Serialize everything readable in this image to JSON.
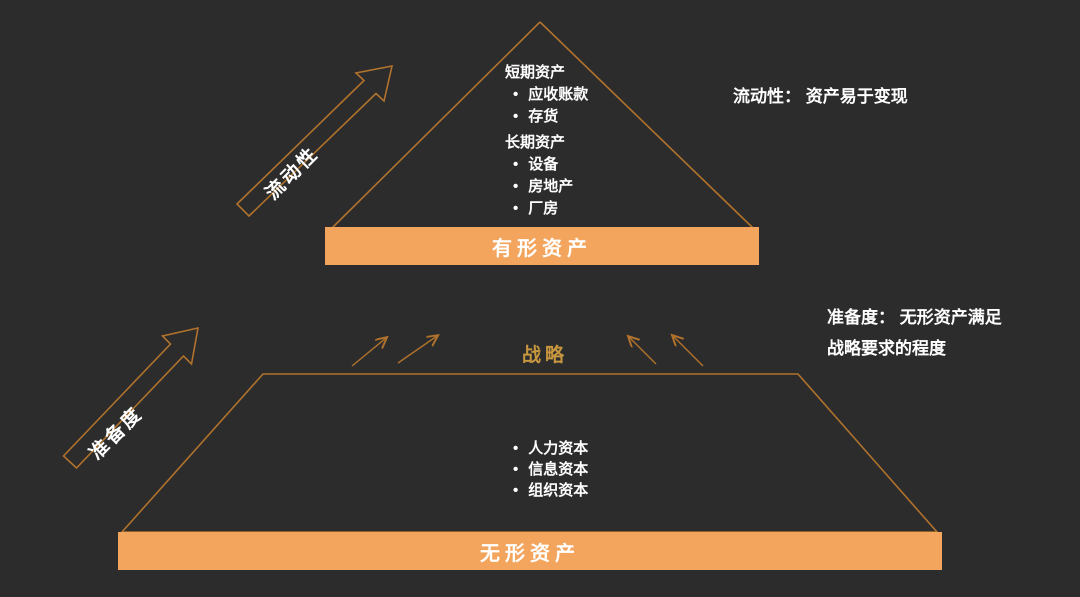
{
  "colors": {
    "background": "#2c2c2c",
    "bar_fill": "#f3a55e",
    "outline": "#b0722c",
    "strategy_gold": "#c6973f",
    "text": "#ffffff"
  },
  "tangible": {
    "arrow_label": "流动性",
    "annotation": "流动性： 资产易于变现",
    "short_term": {
      "title": "短期资产",
      "items": [
        "应收账款",
        "存货"
      ]
    },
    "long_term": {
      "title": "长期资产",
      "items": [
        "设备",
        "房地产",
        "厂房"
      ]
    },
    "bar_label": "有形资产"
  },
  "intangible": {
    "arrow_label": "准备度",
    "annotation_line1": "准备度： 无形资产满足",
    "annotation_line2": "战略要求的程度",
    "strategy_label": "战略",
    "items": [
      "人力资本",
      "信息资本",
      "组织资本"
    ],
    "bar_label": "无形资产"
  }
}
